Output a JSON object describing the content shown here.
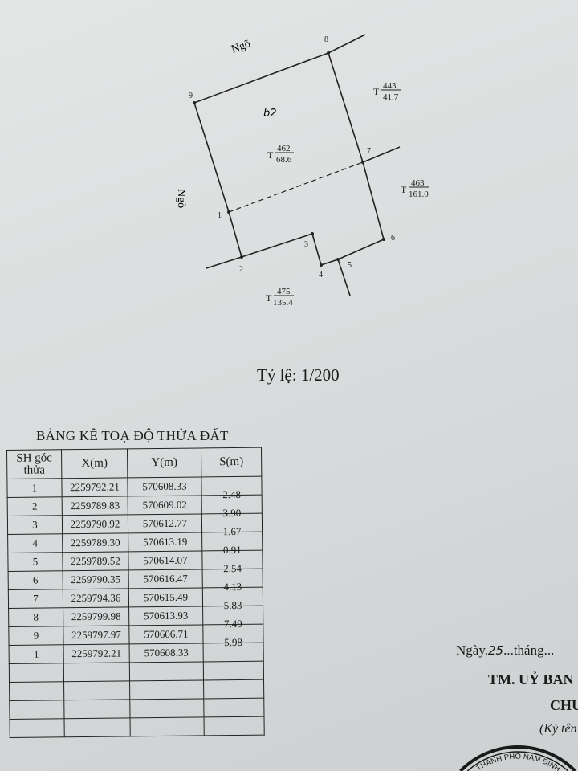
{
  "map": {
    "road_top": "Ngõ",
    "road_left": "Ngõ",
    "plot_code": "b2",
    "points": [
      "1",
      "2",
      "3",
      "4",
      "5",
      "6",
      "7",
      "8",
      "9"
    ],
    "parcels": [
      {
        "id": "main",
        "num": "462",
        "area": "68.6"
      },
      {
        "id": "ne",
        "num": "443",
        "area": "41.7"
      },
      {
        "id": "e",
        "num": "463",
        "area": "161.0"
      },
      {
        "id": "s",
        "num": "475",
        "area": "135.4"
      }
    ],
    "parcel_prefix": "T",
    "scale": "Tỷ lệ: 1/200"
  },
  "table": {
    "title": "BẢNG KÊ TOẠ ĐỘ THỬA ĐẤT",
    "headers": [
      "SH góc thửa",
      "X(m)",
      "Y(m)",
      "S(m)"
    ],
    "rows": [
      {
        "sh": "1",
        "x": "2259792.21",
        "y": "570608.33",
        "s": "2.48"
      },
      {
        "sh": "2",
        "x": "2259789.83",
        "y": "570609.02",
        "s": "3.90"
      },
      {
        "sh": "3",
        "x": "2259790.92",
        "y": "570612.77",
        "s": "1.67"
      },
      {
        "sh": "4",
        "x": "2259789.30",
        "y": "570613.19",
        "s": "0.91"
      },
      {
        "sh": "5",
        "x": "2259789.52",
        "y": "570614.07",
        "s": "2.54"
      },
      {
        "sh": "6",
        "x": "2259790.35",
        "y": "570616.47",
        "s": "4.13"
      },
      {
        "sh": "7",
        "x": "2259794.36",
        "y": "570615.49",
        "s": "5.83"
      },
      {
        "sh": "8",
        "x": "2259799.98",
        "y": "570613.93",
        "s": "7.49"
      },
      {
        "sh": "9",
        "x": "2259797.97",
        "y": "570606.71",
        "s": "5.98"
      },
      {
        "sh": "1",
        "x": "2259792.21",
        "y": "570608.33",
        "s": ""
      },
      {
        "sh": "",
        "x": "",
        "y": "",
        "s": ""
      },
      {
        "sh": "",
        "x": "",
        "y": "",
        "s": ""
      },
      {
        "sh": "",
        "x": "",
        "y": "",
        "s": ""
      },
      {
        "sh": "",
        "x": "",
        "y": "",
        "s": ""
      }
    ]
  },
  "signature": {
    "date_prefix": "Ngày.",
    "day": "25",
    "date_suffix": "...tháng...",
    "org": "TM. UỶ BAN",
    "title": "CHU",
    "sign_note": "(Ký tên"
  },
  "stamp": {
    "text": "THÀNH PHỐ NAM ĐỊNH"
  }
}
